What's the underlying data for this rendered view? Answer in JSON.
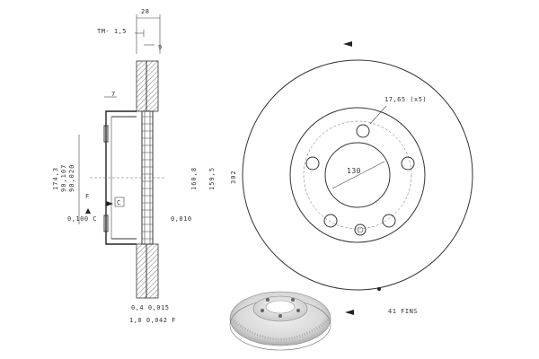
{
  "dimensions": {
    "width_28": "28",
    "tm": "TM- 1,5",
    "d9": "9",
    "d7": "7",
    "d174_3": "174,3",
    "tol_90_107": "90,107",
    "tol_90_020": "90,020",
    "f_label": "F",
    "c_label": "C",
    "tol_0100_c": "0,100 C",
    "tol_0010": "0,010",
    "d160_8": "160,8",
    "d159_5": "159,5",
    "d302": "302",
    "bolt_hole": "17,65 (x5)",
    "pcd": "130",
    "fins": "41 FINS",
    "bottom_tol_1": "0,4 0,015",
    "bottom_tol_2": "1,0 0,042 F"
  },
  "colors": {
    "line": "#333333",
    "hatch": "#555555",
    "background": "#ffffff"
  }
}
